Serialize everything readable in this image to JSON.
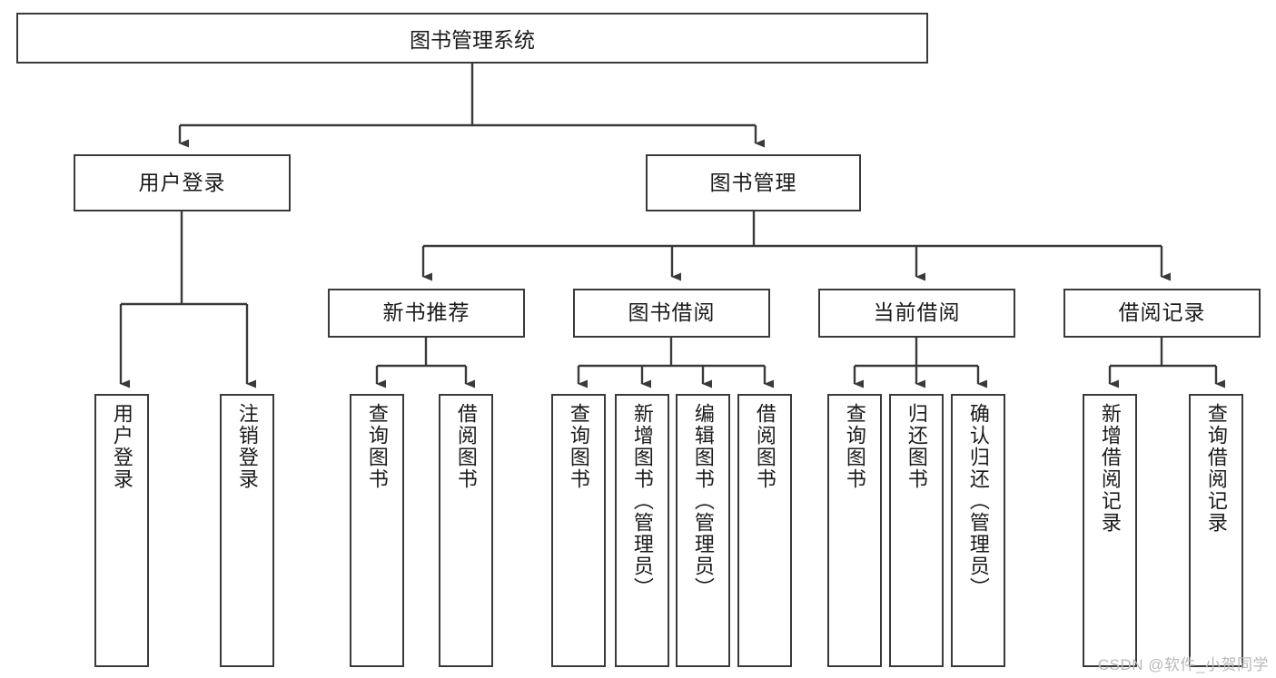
{
  "diagram": {
    "title": "图书管理系统",
    "type": "tree",
    "orientation": "top-down",
    "colors": {
      "box_border": "#3a3a3a",
      "box_fill": "#ffffff",
      "connector": "#3a3a3a",
      "text": "#1a1a1a",
      "watermark": "#b9b9b9",
      "background": "#ffffff"
    },
    "root": {
      "label": "图书管理系统"
    },
    "level2": [
      {
        "label": "用户登录"
      },
      {
        "label": "图书管理"
      }
    ],
    "level3": [
      {
        "label": "新书推荐"
      },
      {
        "label": "图书借阅"
      },
      {
        "label": "当前借阅"
      },
      {
        "label": "借阅记录"
      }
    ],
    "leaves_user_login": [
      {
        "label": "用户登录"
      },
      {
        "label": "注销登录"
      }
    ],
    "leaves_new_book": [
      {
        "label": "查询图书"
      },
      {
        "label": "借阅图书"
      }
    ],
    "leaves_borrow": [
      {
        "label": "查询图书"
      },
      {
        "label": "新增图书（管理员）"
      },
      {
        "label": "编辑图书（管理员）"
      },
      {
        "label": "借阅图书"
      }
    ],
    "leaves_current": [
      {
        "label": "查询图书"
      },
      {
        "label": "归还图书"
      },
      {
        "label": "确认归还（管理员）"
      }
    ],
    "leaves_record": [
      {
        "label": "新增借阅记录"
      },
      {
        "label": "查询借阅记录"
      }
    ]
  },
  "watermark": {
    "text": "CSDN @软件_小贺同学"
  }
}
